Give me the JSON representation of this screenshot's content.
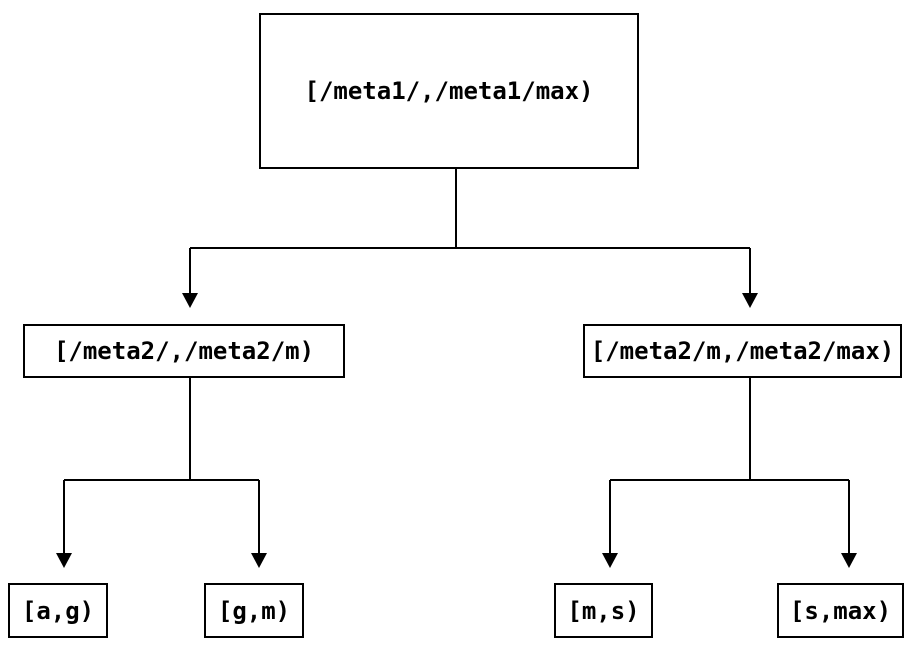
{
  "diagram": {
    "type": "tree",
    "description": "Key-range partition tree",
    "colors": {
      "background": "#ffffff",
      "line": "#000000",
      "box_border": "#000000",
      "text": "#000000"
    },
    "nodes": {
      "root": "[/meta1/,/meta1/max)",
      "mid_left": "[/meta2/,/meta2/m)",
      "mid_right": "[/meta2/m,/meta2/max)",
      "leaf_ag": "[a,g)",
      "leaf_gm": "[g,m)",
      "leaf_ms": "[m,s)",
      "leaf_smax": "[s,max)"
    },
    "edges": [
      {
        "from": "root",
        "to": "mid_left"
      },
      {
        "from": "root",
        "to": "mid_right"
      },
      {
        "from": "mid_left",
        "to": "leaf_ag"
      },
      {
        "from": "mid_left",
        "to": "leaf_gm"
      },
      {
        "from": "mid_right",
        "to": "leaf_ms"
      },
      {
        "from": "mid_right",
        "to": "leaf_smax"
      }
    ]
  }
}
